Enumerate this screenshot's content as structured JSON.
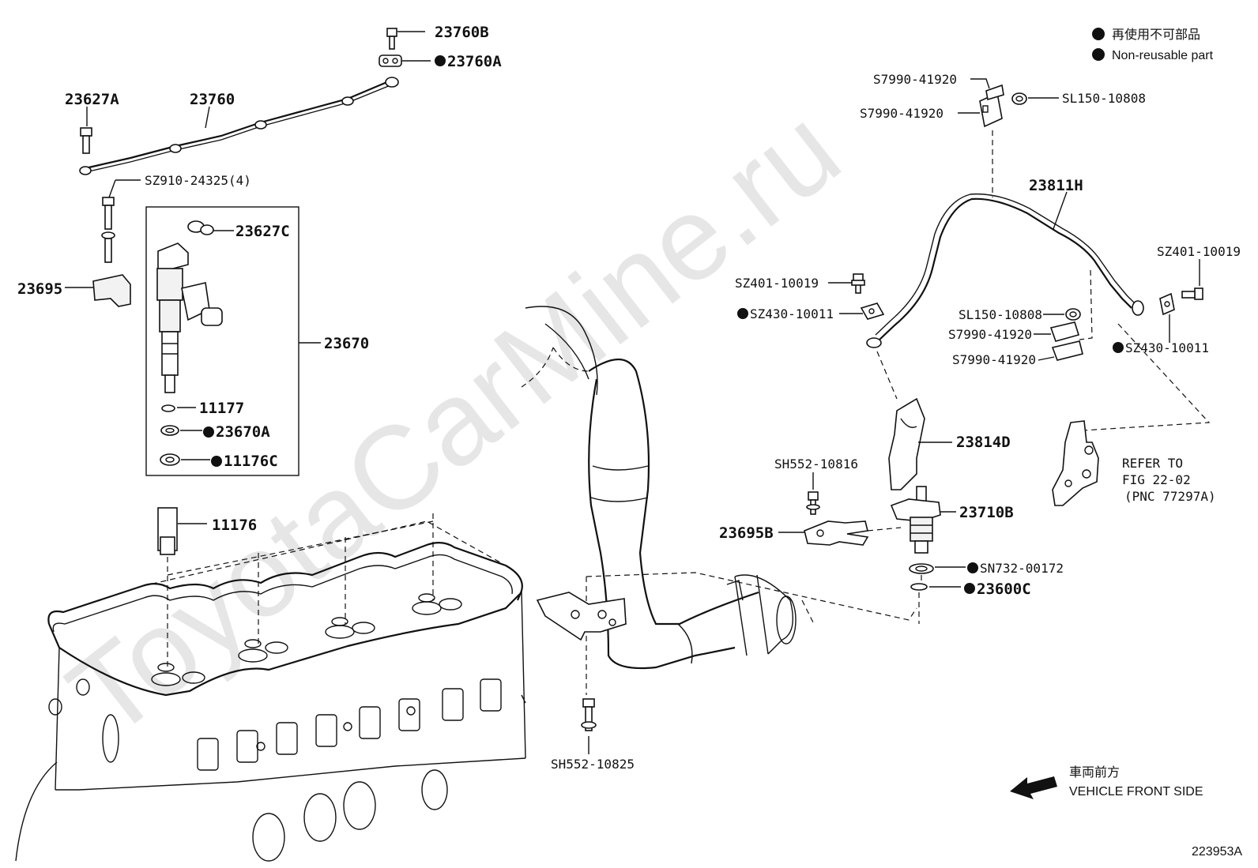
{
  "watermark": "ToyotaCarMine.ru",
  "legend": {
    "line_ja": "再使用不可部品",
    "line_en": "Non-reusable part"
  },
  "direction": {
    "line_ja": "車両前方",
    "line_en": "VEHICLE FRONT SIDE"
  },
  "figure_code": "223953A",
  "refer": {
    "line1": "REFER TO",
    "line2": "FIG 22-02",
    "line3": "(PNC 77297A)"
  },
  "callouts": {
    "p23760B": "23760B",
    "p23760A": "23760A",
    "p23627A": "23627A",
    "p23760": "23760",
    "pSZ910": "SZ910-24325(4)",
    "p23627C": "23627C",
    "p23695": "23695",
    "p23670": "23670",
    "p11177": "11177",
    "p23670A": "23670A",
    "p11176C": "11176C",
    "p11176": "11176",
    "pS7990a": "S7990-41920",
    "pS7990b": "S7990-41920",
    "pSL150a": "SL150-10808",
    "p23811H": "23811H",
    "pSZ401a": "SZ401-10019",
    "pSZ430a": "SZ430-10011",
    "pSL150b": "SL150-10808",
    "pS7990c": "S7990-41920",
    "pS7990d": "S7990-41920",
    "pSZ401b": "SZ401-10019",
    "pSZ430b": "SZ430-10011",
    "p23814D": "23814D",
    "pSH552a": "SH552-10816",
    "p23695B": "23695B",
    "p23710B": "23710B",
    "pSN732": "SN732-00172",
    "p23600C": "23600C",
    "pSH552b": "SH552-10825"
  },
  "colors": {
    "ink": "#111111",
    "watermark": "#e6e6e6",
    "background": "#ffffff"
  }
}
